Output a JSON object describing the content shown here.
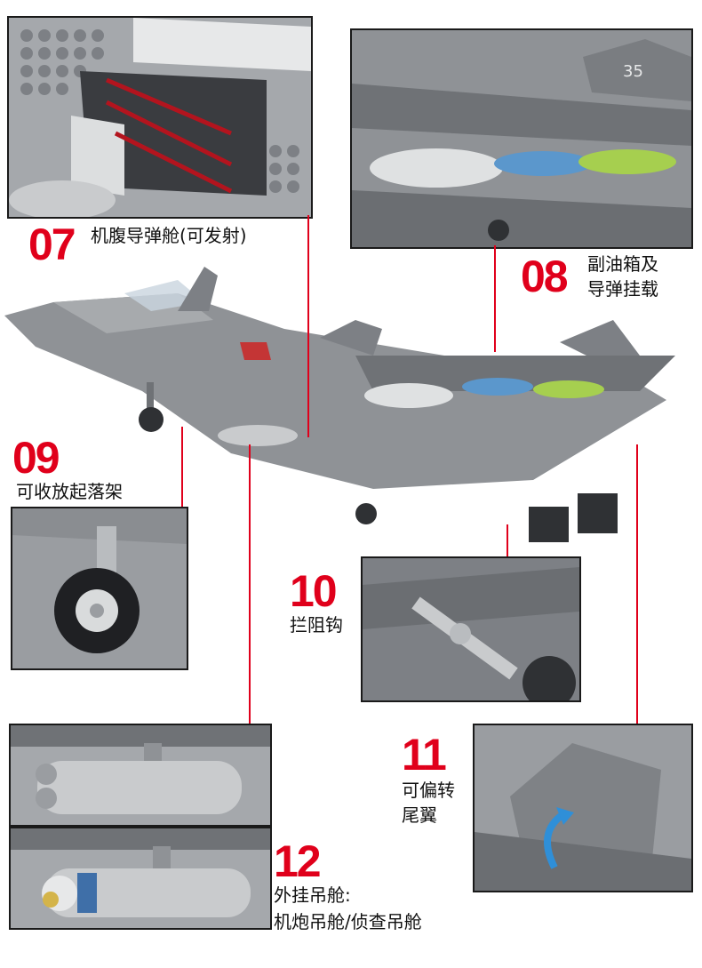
{
  "features": [
    {
      "num": "07",
      "label": "机腹导弹舱(可发射)"
    },
    {
      "num": "08",
      "label_lines": [
        "副油箱及",
        "导弹挂载"
      ]
    },
    {
      "num": "09",
      "label": "可收放起落架"
    },
    {
      "num": "10",
      "label": "拦阻钩"
    },
    {
      "num": "11",
      "label_lines": [
        "可偏转",
        "尾翼"
      ]
    },
    {
      "num": "12",
      "label_lines": [
        "外挂吊舱:",
        "机炮吊舱/侦查吊舱"
      ]
    }
  ],
  "markings": {
    "tail_number": "35"
  },
  "colors": {
    "accent": "#e0001b",
    "model_gray": "#8f9296",
    "frame": "#1a1a1a"
  }
}
